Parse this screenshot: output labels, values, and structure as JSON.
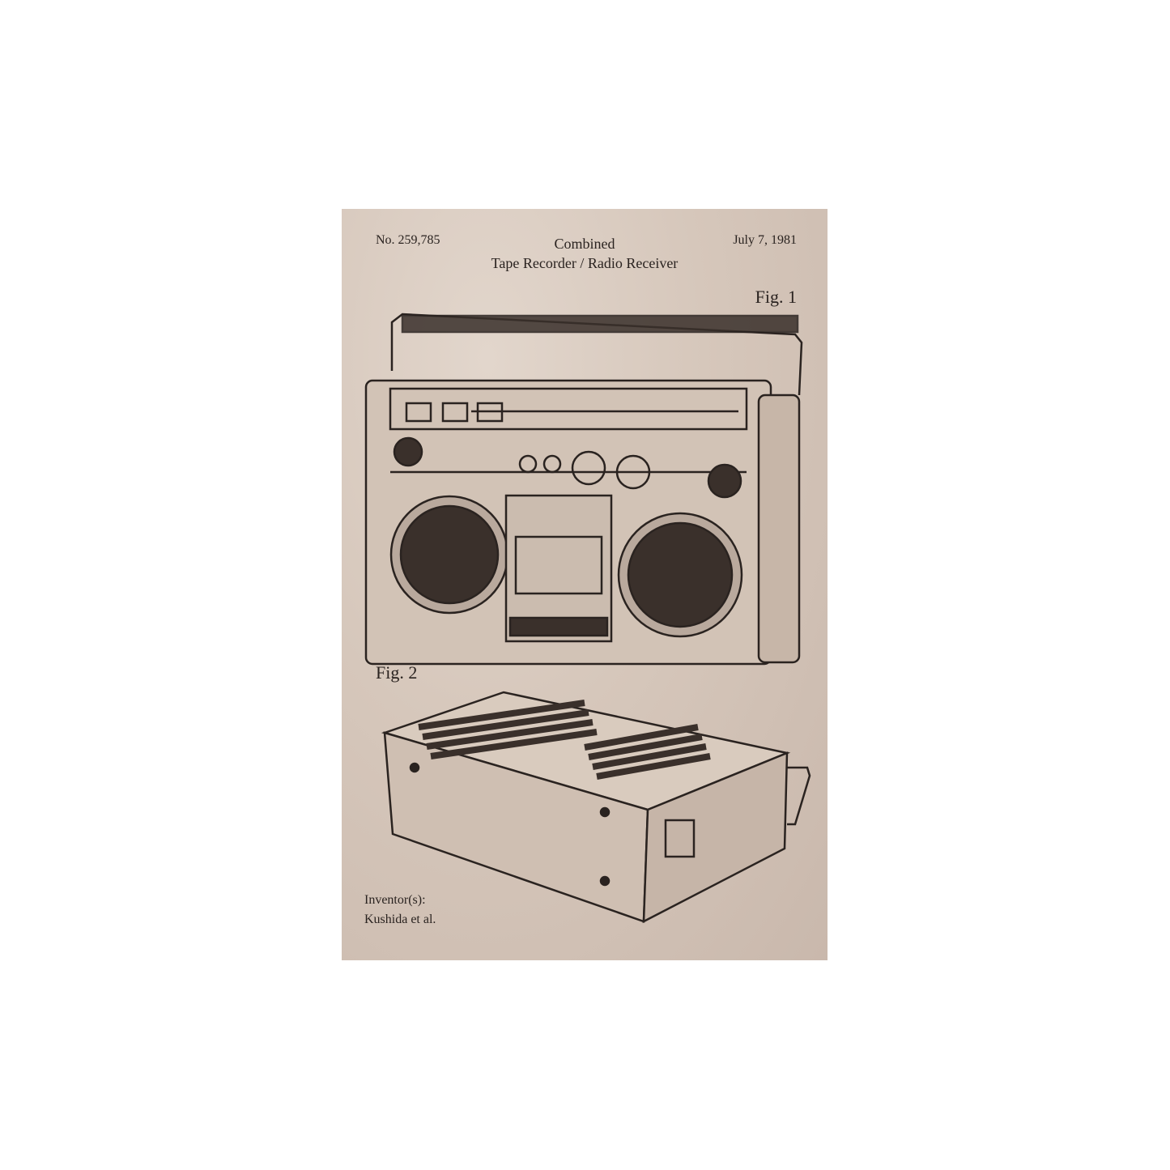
{
  "patent_number": "No. 259,785",
  "title_line1": "Combined",
  "title_line2": "Tape Recorder / Radio Receiver",
  "date": "July 7, 1981",
  "figure1_label": "Fig. 1",
  "figure2_label": "Fig. 2",
  "inventor_label": "Inventor(s):",
  "inventor_name": "Kushida et al.",
  "colors": {
    "paper": "#d6c7bb",
    "ink": "#2a2320",
    "page": "#ffffff"
  }
}
